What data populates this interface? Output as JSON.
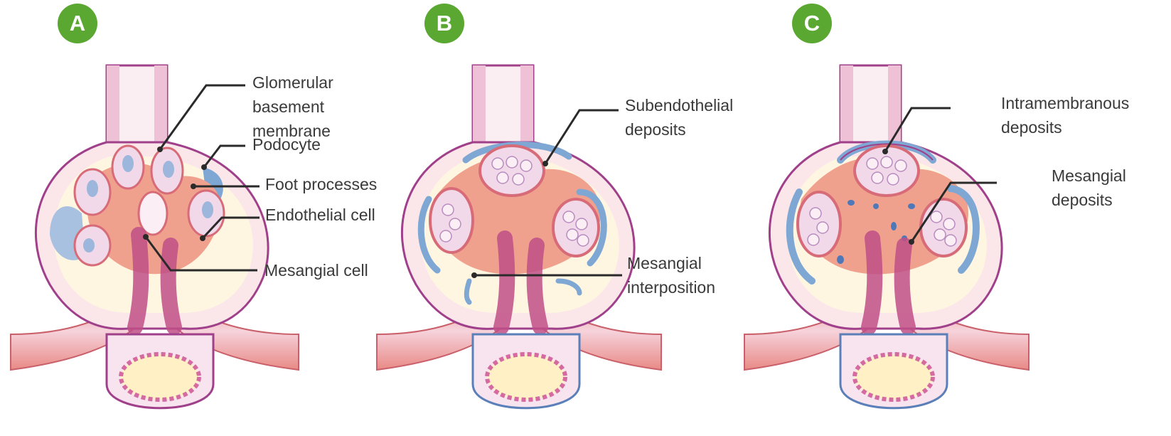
{
  "panels": [
    {
      "badge": "A",
      "labels": {
        "gbm": "Glomerular basement\nmembrane",
        "podocyte": "Podocyte",
        "foot": "Foot processes",
        "endo": "Endothelial cell",
        "mes": "Mesangial cell"
      }
    },
    {
      "badge": "B",
      "labels": {
        "subendo": "Subendothelial\ndeposits",
        "interp": "Mesangial\ninterposition"
      }
    },
    {
      "badge": "C",
      "labels": {
        "intra": "Intramembranous\ndeposits",
        "mesdep": "Mesangial\ndeposits"
      }
    }
  ],
  "colors": {
    "badge": "#5aa832",
    "capsule_outline": "#a0408a",
    "capsule_fill": "#fbe6ea",
    "mesangium": "#f0a18e",
    "deposit": "#7fa7d4",
    "lumen": "#f1d9ea",
    "vessel": "#e07a78",
    "tubule_lumen": "#fff0c6",
    "leader": "#2a2a2a"
  }
}
